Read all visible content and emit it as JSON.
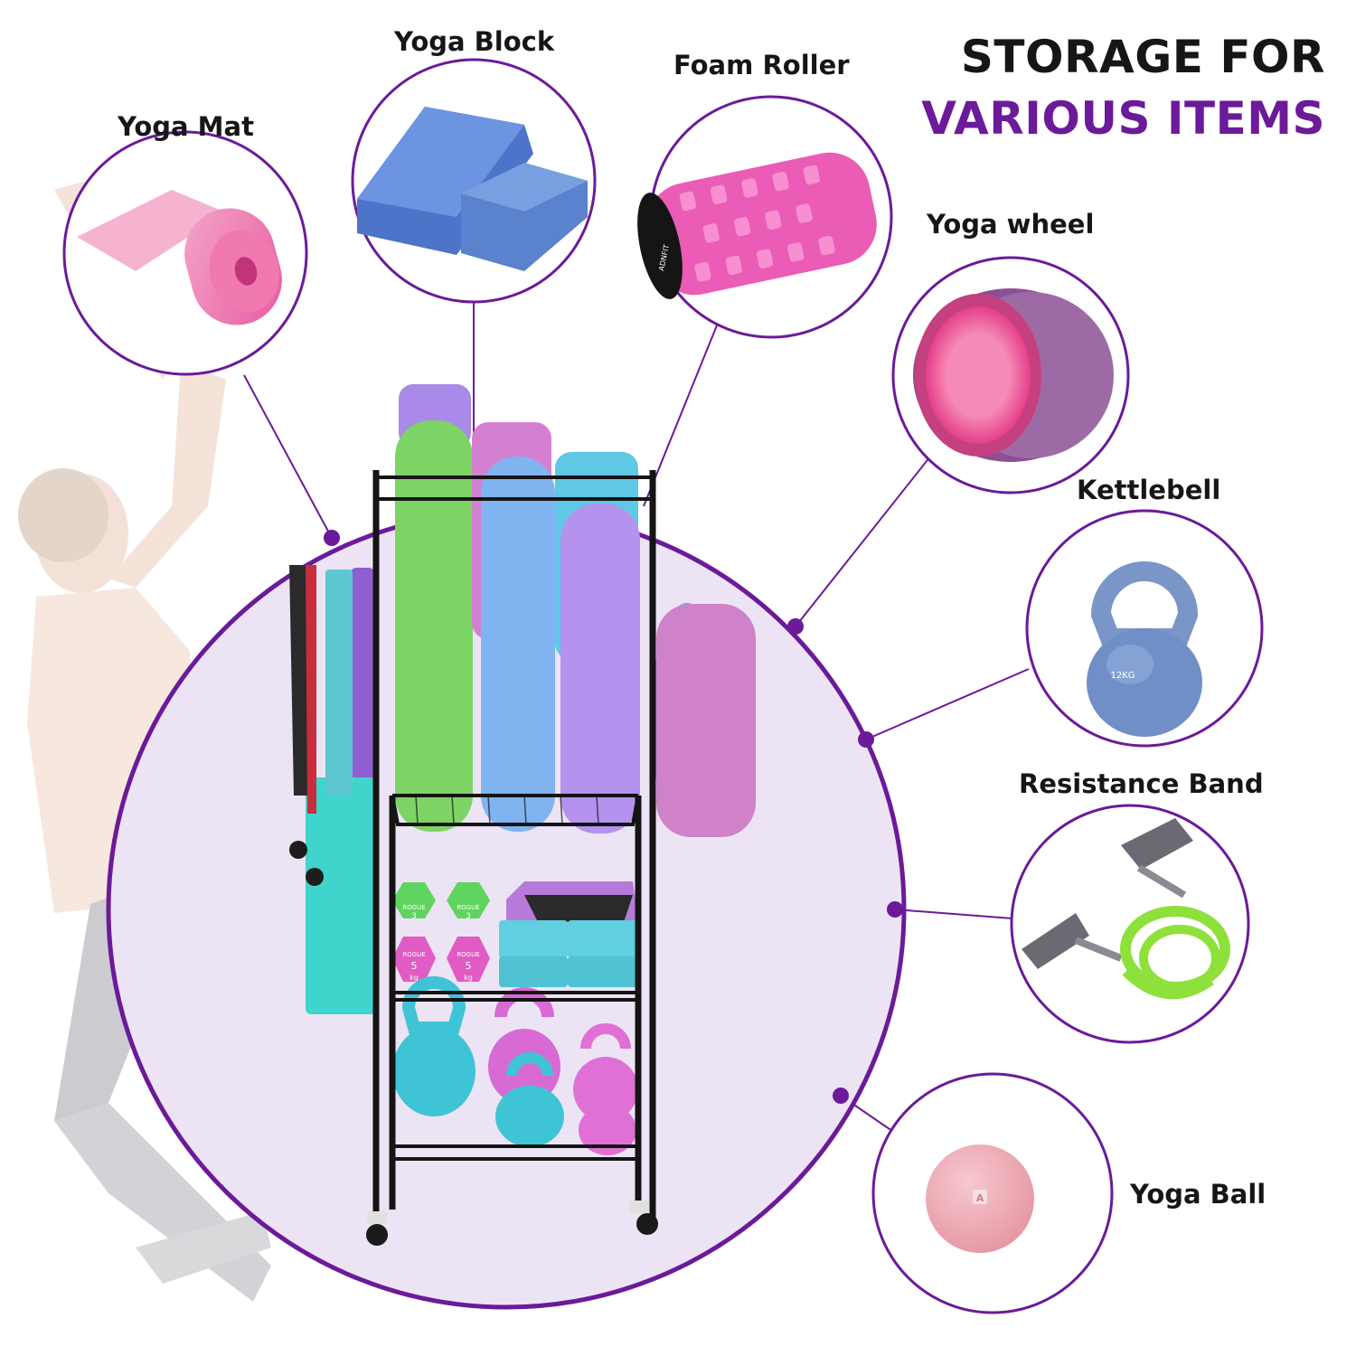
{
  "headline": {
    "line1": "STORAGE FOR",
    "line2": "VARIOUS ITEMS"
  },
  "labels": {
    "yoga_mat": "Yoga Mat",
    "yoga_block": "Yoga Block",
    "foam_roller": "Foam Roller",
    "yoga_wheel": "Yoga wheel",
    "kettlebell": "Kettlebell",
    "resistance_band": "Resistance Band",
    "yoga_ball": "Yoga Ball"
  },
  "product_text": {
    "dumbbell_brand": "ROGUE",
    "dumbbell_small_weight": "3",
    "dumbbell_large_weight": "5",
    "weight_unit": "kg",
    "kettlebell_weight": "12KG",
    "roller_brand": "ADNFIT",
    "ball_logo": "A"
  },
  "colors": {
    "accent_purple": "#6b1a9a",
    "circle_fill": "#ece4f4",
    "text_dark": "#161616"
  }
}
